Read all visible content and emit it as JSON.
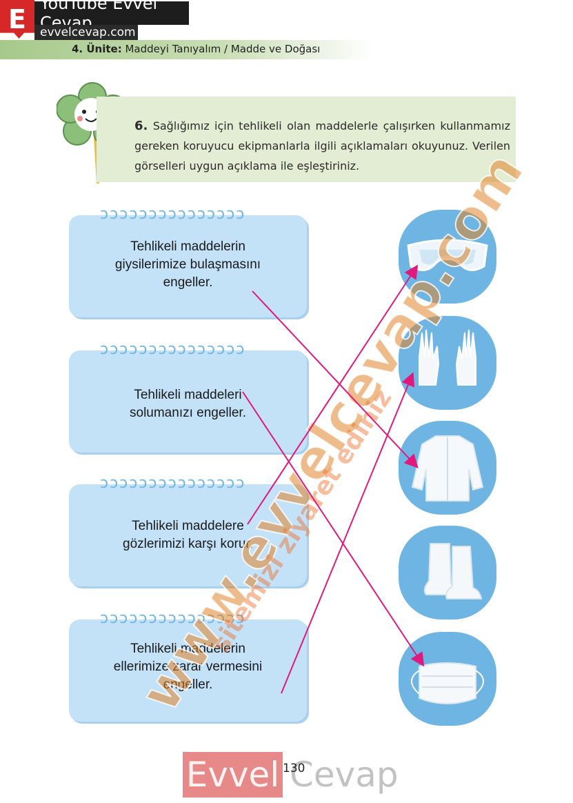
{
  "branding": {
    "logo_letter": "E",
    "title": "YouTube Evvel Cevap",
    "url": "evvelcevap.com"
  },
  "header": {
    "unit_label": "4. Ünite:",
    "unit_title": "Maddeyi Tanıyalım / Madde ve Doğası"
  },
  "question": {
    "number": "6.",
    "text": "Sağlığımız için tehlikeli olan maddelerle çalışırken kullanmamız gereken koruyucu ekipmanlarla ilgili açıklamaları okuyunuz. Verilen görselleri uygun açıklama ile eşleştiriniz."
  },
  "cards": [
    {
      "line1": "Tehlikeli maddelerin",
      "line2": "giysilerimize bulaşmasını",
      "line3": "engeller."
    },
    {
      "line1": "Tehlikeli maddeleri",
      "line2": "solumanızı engeller.",
      "line3": ""
    },
    {
      "line1": "Tehlikeli maddelere",
      "line2": "gözlerimizi karşı korur.",
      "line3": ""
    },
    {
      "line1": "Tehlikeli maddelerin",
      "line2": "ellerimize zarar vermesini",
      "line3": "engeller."
    }
  ],
  "pictures": [
    "goggles-icon",
    "gloves-icon",
    "lab-coat-icon",
    "boots-icon",
    "mask-icon"
  ],
  "matches": [
    {
      "card": 1,
      "picture": 3
    },
    {
      "card": 2,
      "picture": 5
    },
    {
      "card": 3,
      "picture": 1
    },
    {
      "card": 4,
      "picture": 2
    }
  ],
  "watermark": {
    "main": "www.evvelcevap.com",
    "sub": "sitemizi ziyaret ediniz"
  },
  "footer": {
    "logo_left": "Evvel",
    "logo_right": "Cevap",
    "page_number": "130"
  },
  "colors": {
    "card_fill": "#c3e1f7",
    "picture_fill": "#6eb5e3",
    "match_line": "#e0197d",
    "question_fill": "#e3edd4"
  }
}
